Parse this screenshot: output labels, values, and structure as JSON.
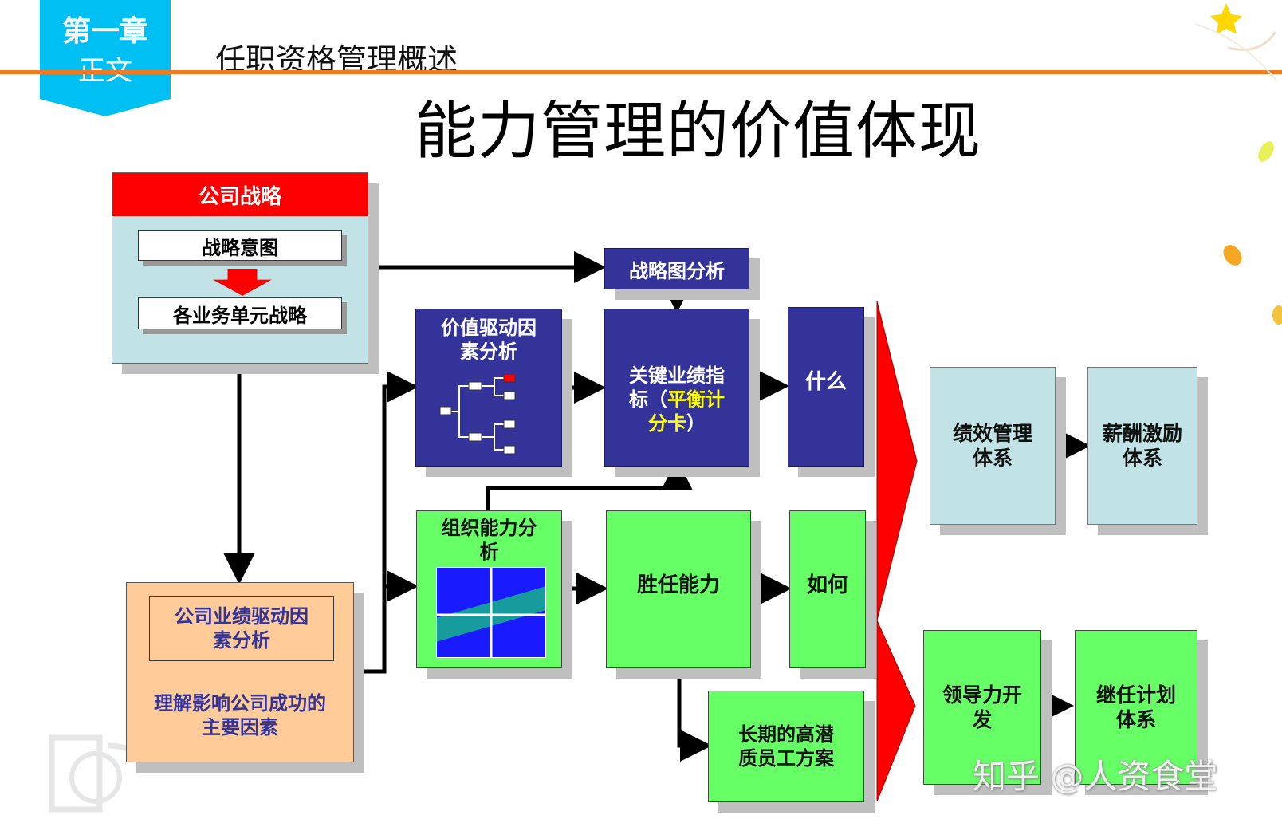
{
  "header": {
    "chapter_line1": "第一章",
    "chapter_line2": "正文",
    "section_title": "任职资格管理概述",
    "slide_title": "能力管理的价值体现"
  },
  "colors": {
    "accent_orange": "#f47a20",
    "badge_cyan": "#00bff3",
    "navy_box": "#333399",
    "green_box": "#66ff66",
    "light_blue_box": "#c2e3e6",
    "peach_box": "#ffcc99",
    "red": "#ff0000",
    "yellow_text": "#ffff00"
  },
  "diagram": {
    "company_strategy": {
      "title": "公司战略",
      "strategic_intent": "战略意图",
      "business_unit_strategy": "各业务单元战略"
    },
    "strategy_map_analysis": "战略图分析",
    "value_driver_analysis": "价值驱动因\n素分析",
    "kpi": {
      "part1": "关键业绩指\n标（",
      "highlight": "平衡计\n分卡",
      "part2": "）"
    },
    "what": "什么",
    "org_capability_analysis": "组织能力分\n析",
    "competency": "胜任能力",
    "how": "如何",
    "performance_drivers": {
      "title": "公司业绩驱动因\n素分析",
      "desc": "理解影响公司成功的\n主要因素"
    },
    "high_potential_plan": "长期的高潜\n质员工方案",
    "performance_mgmt": "绩效管理\n体系",
    "compensation_incentive": "薪酬激励\n体系",
    "leadership_dev": "领导力开\n发",
    "succession_plan": "继任计划\n体系"
  },
  "watermark": "知乎 @人资食堂"
}
